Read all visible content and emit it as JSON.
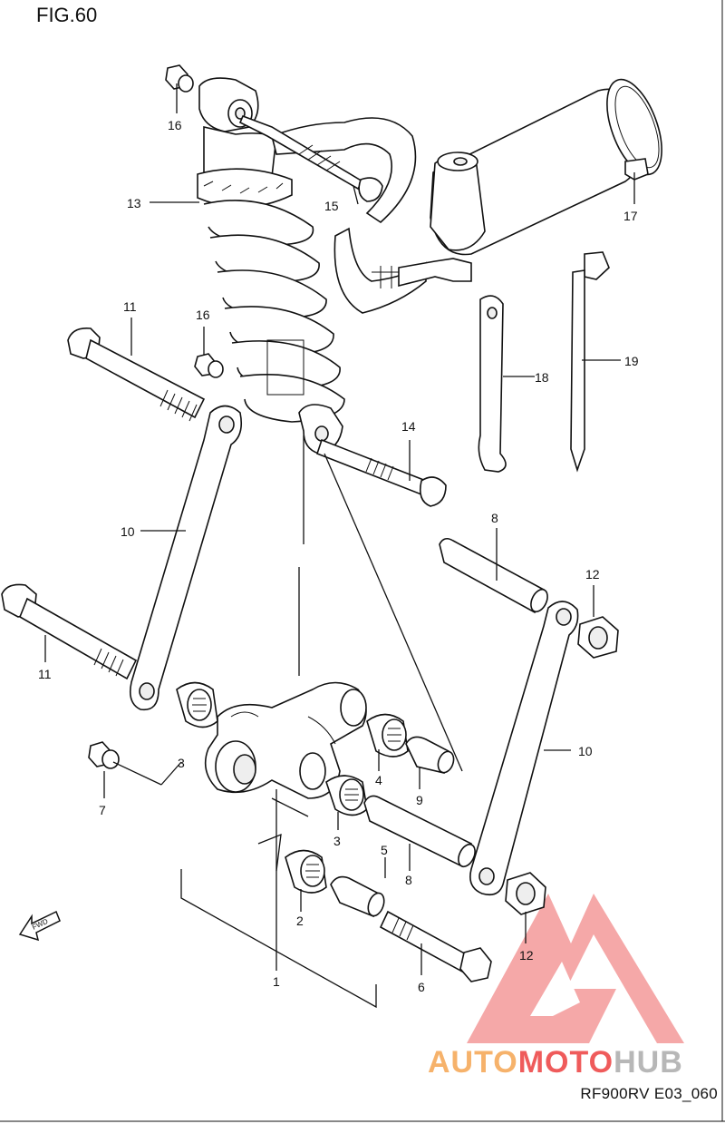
{
  "figure": {
    "title": "FIG.60",
    "code": "RF900RV E03_060"
  },
  "watermark": {
    "part1": "AUTO",
    "part2": "MOTO",
    "part3": "HUB"
  },
  "fwd_label": "FWD",
  "callouts": {
    "c1": "1",
    "c2": "2",
    "c3a": "3",
    "c3b": "3",
    "c4": "4",
    "c5": "5",
    "c6": "6",
    "c7": "7",
    "c8a": "8",
    "c8b": "8",
    "c9": "9",
    "c10a": "10",
    "c10b": "10",
    "c11a": "11",
    "c11b": "11",
    "c12a": "12",
    "c12b": "12",
    "c13": "13",
    "c14": "14",
    "c15": "15",
    "c16a": "16",
    "c16b": "16",
    "c17": "17",
    "c18": "18",
    "c19": "19"
  }
}
